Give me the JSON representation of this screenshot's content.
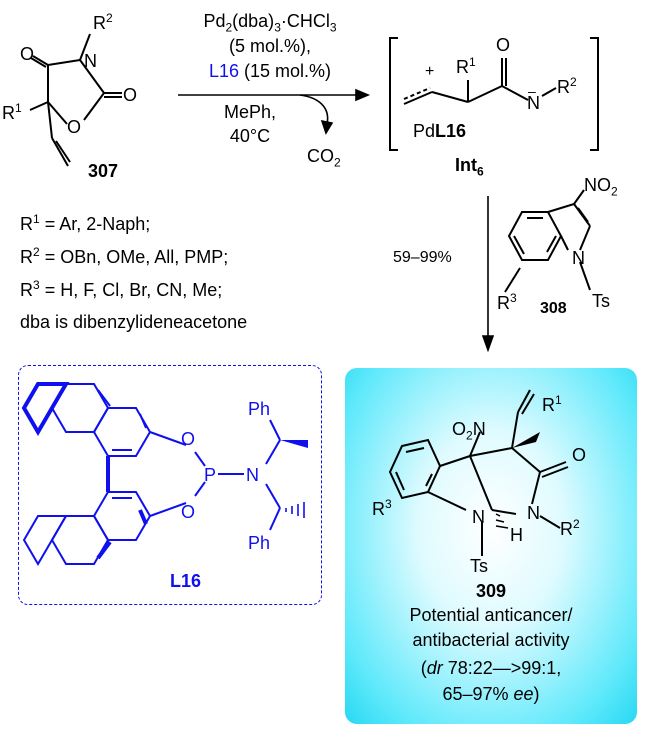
{
  "reaction": {
    "sm": {
      "id": "307",
      "r1": "R",
      "r1_sup": "1",
      "r2": "R",
      "r2_sup": "2",
      "o1": "O",
      "o2": "O",
      "o3": "O",
      "n": "N"
    },
    "cat": {
      "line1_a": "Pd",
      "line1_sub1": "2",
      "line1_b": "(dba)",
      "line1_sub2": "3",
      "line1_c": "·CHCl",
      "line1_sub3": "3",
      "line2": "(5 mol.%),",
      "line3_ligand": "L16",
      "line3_rest": " (15 mol.%)",
      "line4": "MePh,",
      "line5": "40°C"
    },
    "co2": "CO",
    "co2_sub": "2",
    "int": {
      "label": "Int",
      "label_sub": "6",
      "pd": "Pd",
      "pd_lig": "L16",
      "plus": "+",
      "minus": "–",
      "r1": "R",
      "r1_sup": "1",
      "r2": "R",
      "r2_sup": "2",
      "n": "N",
      "o": "O"
    },
    "step2_yield": "59–99%",
    "indole": {
      "id": "308",
      "no2": "NO",
      "no2_sub": "2",
      "n": "N",
      "ts": "Ts",
      "r3": "R",
      "r3_sup": "3"
    },
    "product": {
      "id": "309",
      "o2n": "O",
      "o2n_sub": "2",
      "o2n_n": "N",
      "r1": "R",
      "r1_sup": "1",
      "o": "O",
      "n1": "N",
      "n2": "N",
      "h": "H",
      "ts": "Ts",
      "r2": "R",
      "r2_sup": "2",
      "r3": "R",
      "r3_sup": "3",
      "desc1": "Potential anticancer/",
      "desc2": "antibacterial activity",
      "dr_pre": "(",
      "dr_label": "dr",
      "dr_val": " 78:22—>99:1,",
      "ee_val": "65–97% ",
      "ee_label": "ee",
      "ee_post": ")"
    }
  },
  "definitions": {
    "r1": "R",
    "r1_sup": "1",
    "r1_text": " = Ar, 2-Naph;",
    "r2": "R",
    "r2_sup": "2",
    "r2_text": " = OBn, OMe, All, PMP;",
    "r3": "R",
    "r3_sup": "3",
    "r3_text": " = H, F, Cl, Br, CN, Me;",
    "dba": "dba is dibenzylideneacetone"
  },
  "ligand": {
    "id": "L16",
    "o1": "O",
    "o2": "O",
    "p": "P",
    "n": "N",
    "ph1": "Ph",
    "ph2": "Ph",
    "color": "#1010ee"
  },
  "colors": {
    "highlight": "#27d8f2",
    "ligand": "#1010ee"
  }
}
